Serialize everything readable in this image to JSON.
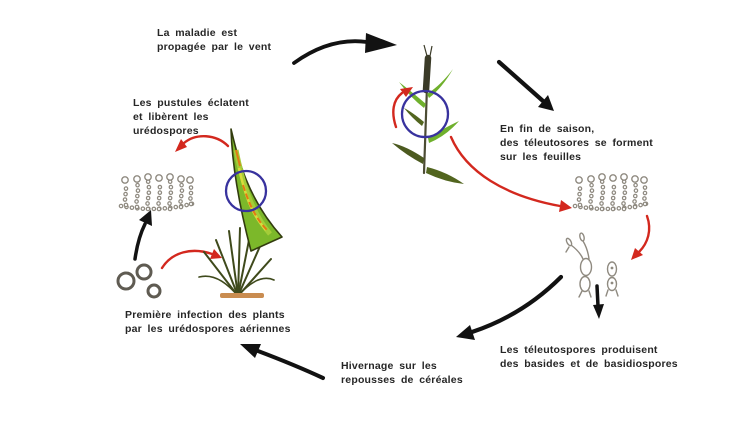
{
  "colors": {
    "text": "#262626",
    "black_arrow": "#121212",
    "red_arrow": "#d3281e",
    "circle_blue": "#38329e",
    "leaf_green": "#7cb82a",
    "leaf_outline": "#323c0e",
    "leaf_streak_yellow": "#d8dc3c",
    "leaf_streak_orange": "#e27a14",
    "wheat_green": "#6fb02c",
    "grass_green": "#3f4a1c",
    "soil_brown": "#c98c50",
    "spore_gray": "#8f8a80"
  },
  "labels": {
    "wind": {
      "lines": [
        "La maladie est",
        "propagée par le vent"
      ]
    },
    "pustules": {
      "lines": [
        "Les pustules éclatent",
        "et libèrent les",
        "urédospores"
      ]
    },
    "season": {
      "lines": [
        "En fin de saison,",
        "des téleutosores se forment",
        "sur les feuilles"
      ]
    },
    "teleutospores": {
      "lines": [
        "Les téleutospores produisent",
        "des basides et de basidiospores"
      ]
    },
    "hivernage": {
      "lines": [
        "Hivernage sur les",
        "repousses de céréales"
      ]
    },
    "infection": {
      "lines": [
        "Première infection des plants",
        "par les urédospores aériennes"
      ]
    }
  }
}
